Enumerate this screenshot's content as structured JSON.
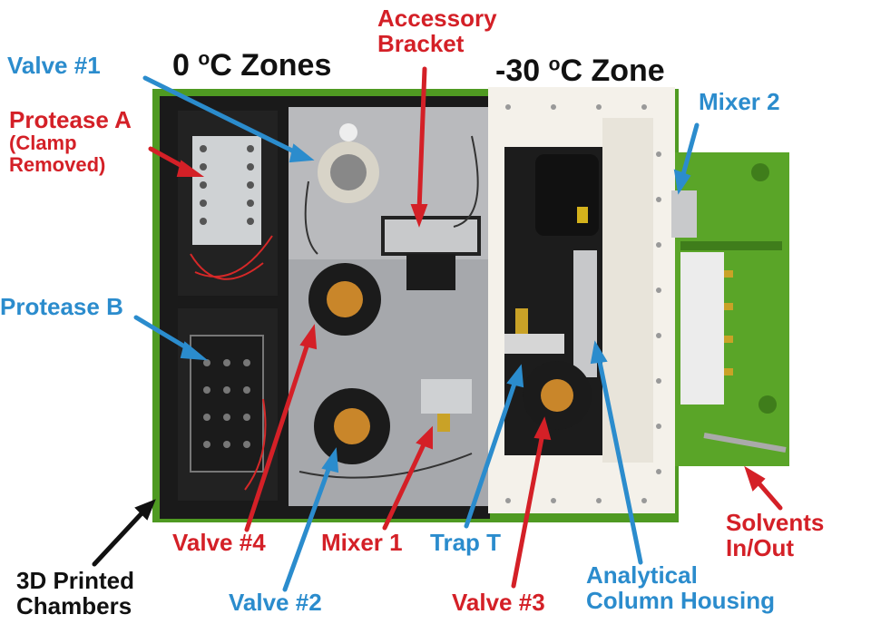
{
  "colors": {
    "red_label": "#d42027",
    "blue_label": "#2b8ccd",
    "black_label": "#111111",
    "chamber_green": "#5aa528",
    "housing_white": "#f4f1ea",
    "chamber_black": "#1a1a1a"
  },
  "headings": {
    "zone_0c_value": "0 ",
    "zone_0c_sup": "o",
    "zone_0c_rest": "C Zones",
    "zone_30c_value": "-30 ",
    "zone_30c_sup": "o",
    "zone_30c_rest": "C Zone"
  },
  "labels": {
    "accessory_bracket": [
      "Accessory",
      "Bracket"
    ],
    "valve_1": "Valve #1",
    "protease_a": [
      "Protease A",
      "(Clamp",
      "Removed)"
    ],
    "protease_b": "Protease B",
    "mixer_2": "Mixer 2",
    "valve_4": "Valve #4",
    "mixer_1": "Mixer 1",
    "trap_t": "Trap T",
    "valve_2": "Valve #2",
    "valve_3": "Valve #3",
    "solvents": [
      "Solvents",
      "In/Out"
    ],
    "analytical_housing": [
      "Analytical",
      "Column Housing"
    ],
    "printed_chambers": [
      "3D Printed",
      "Chambers"
    ]
  }
}
